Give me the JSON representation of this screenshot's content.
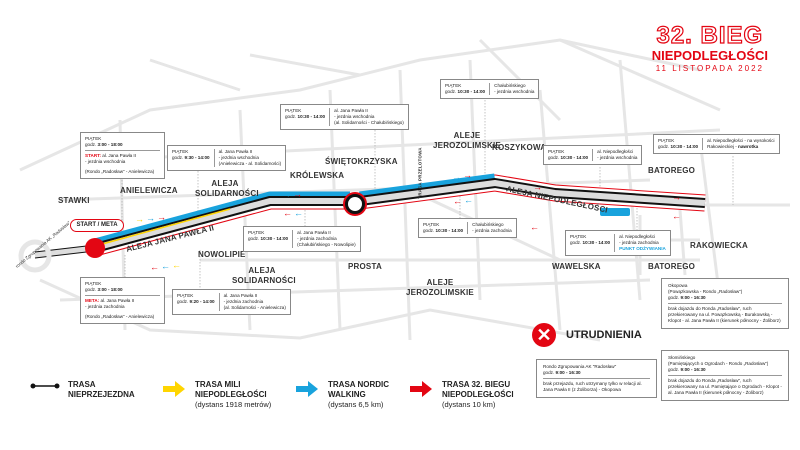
{
  "header": {
    "title_line1": "32. BIEG",
    "title_line2": "NIEPODLEGŁOŚCI",
    "date": "11 LISTOPADA 2022"
  },
  "colors": {
    "red": "#e30613",
    "yellow": "#ffd500",
    "blue": "#19a3dd",
    "black": "#111111"
  },
  "streets": {
    "stawki": "STAWKI",
    "anielewicza": "ANIELEWICZA",
    "solidarnosci_n": "ALEJA SOLIDARNOŚCI",
    "solidarnosci_s": "ALEJA SOLIDARNOŚCI",
    "krolewska": "KRÓLEWSKA",
    "swietokrzyska": "ŚWIĘTOKRZYSKA",
    "jerozolimskie_n": "ALEJE JEROZOLIMSKIE",
    "jerozolimskie_s": "ALEJE JEROZOLIMSKIE",
    "koszykowa": "KOSZYKOWA",
    "batorego_n": "BATOREGO",
    "batorego_s": "BATOREGO",
    "rakowiecka": "RAKOWIECKA",
    "wawelska": "WAWELSKA",
    "prosta": "PROSTA",
    "nowolipie": "NOWOLIPIE",
    "jana_pawla": "ALEJA JANA PAWŁA II",
    "niepodleglosci": "ALEJA NIEPODLEGŁOŚCI",
    "trasa_przelotowa": "TRASA PRZELOTOWA",
    "rondo": "rondo Zgrupowania AK „Radosław”"
  },
  "start_meta": "START / META",
  "boxes": {
    "start": {
      "day": "PIĄTEK",
      "hours_prefix": "godz.",
      "hours": "3:00 - 18:00",
      "tag": "START:",
      "text1": "al. Jana Pawła II",
      "text2": "- jezdnia wschodnia",
      "text3": "(Rondo „Radosław” - Anielewicza)"
    },
    "meta": {
      "day": "PIĄTEK",
      "hours_prefix": "godz.",
      "hours": "3:00 - 18:00",
      "tag": "META:",
      "text1": "al. Jana Pawła II",
      "text2": "- jezdnia zachodnia",
      "text3": "(Rondo „Radosław” - Anielewicza)"
    },
    "jp_east": {
      "day": "PIĄTEK",
      "hours_prefix": "godz.",
      "hours": "9:30 - 14:00",
      "text1": "al. Jana Pawła II",
      "text2": "- jezdnia wschodnia",
      "text3": "(Anielewicza - al. Solidarności)"
    },
    "jp_west": {
      "day": "PIĄTEK",
      "hours_prefix": "godz.",
      "hours": "9:20 - 14:00",
      "text1": "al. Jana Pawła II",
      "text2": "- jezdnia zachodnia",
      "text3": "(al. Solidarności - Anielewicza)"
    },
    "jp2_east": {
      "day": "PIĄTEK",
      "hours_prefix": "godz.",
      "hours": "10:30 - 14:00",
      "text1": "al. Jana Pawła II",
      "text2": "- jezdnia wschodnia",
      "text3": "(al. Solidarności - Chałubińskiego)"
    },
    "jp2_west": {
      "day": "PIĄTEK",
      "hours_prefix": "godz.",
      "hours": "10:30 - 14:00",
      "text1": "al. Jana Pawła II",
      "text2": "- jezdnia zachodnia",
      "text3": "(Chałubińskiego - Nowolipie)"
    },
    "ch_east": {
      "day": "PIĄTEK",
      "hours_prefix": "godz.",
      "hours": "10:30 - 14:00",
      "text1": "Chałubińskiego",
      "text2": "- jezdnia wschodnia"
    },
    "ch_west": {
      "day": "PIĄTEK",
      "hours_prefix": "godz.",
      "hours": "10:30 - 14:00",
      "text1": "Chałubińskiego",
      "text2": "- jezdnia zachodnia"
    },
    "ni_east": {
      "day": "PIĄTEK",
      "hours_prefix": "godz.",
      "hours": "10:30 - 14:00",
      "text1": "al. Niepodległości",
      "text2": "- jezdnia wschodnia"
    },
    "ni_turn": {
      "day": "PIĄTEK",
      "hours_prefix": "godz.",
      "hours": "10:30 - 14:00",
      "text1": "al. Niepodległości - na wysokości",
      "text2": "Rakowieckiej -",
      "text2b": "nawrotka"
    },
    "ni_west": {
      "day": "PIĄTEK",
      "hours_prefix": "godz.",
      "hours": "10:30 - 14:00",
      "text1": "al. Niepodległości",
      "text2": "- jezdnia zachodnia",
      "text3": "PUNKT ODŻYWIANIA"
    }
  },
  "difficulties": {
    "title": "UTRUDNIENIA",
    "items": [
      {
        "place": "Rondo Zgrupowania AK \"Radosław\"",
        "hours_prefix": "godz.",
        "hours": "9:00 - 16:30",
        "text": "brak przejazdu, ruch utrzymany tylko w relacji al. Jana Pawła II (z Żoliborza) - Okopowa"
      },
      {
        "place": "Okopowa",
        "range": "(Powązkowska - Rondo „Radosław”)",
        "hours_prefix": "godz.",
        "hours": "9:00 - 16:30",
        "text": "brak dojazdu do Ronda „Radosław”, ruch przekierowany na ul. Powązkowską - Burakowską - Klopot - al. Jana Pawła II (kierunek północny - Żoliborz)"
      },
      {
        "place": "Słomińskiego",
        "range": "(Pamiętających o Ogrodach - Rondo „Radosław”)",
        "hours_prefix": "godz.",
        "hours": "9:00 - 16:30",
        "text": "brak dojazdu do Ronda „Radosław”, ruch przekierowany na ul. Pamiętające o Ogrodach - Klopot - al. Jana Pawła II (kierunek północny - Żoliborz)"
      }
    ]
  },
  "legend": [
    {
      "title1": "TRASA",
      "title2": "NIEPRZEJEZDNA",
      "icon": "closed-route-icon"
    },
    {
      "title1": "TRASA MILI",
      "title2": "NIEPODLEGŁOŚCI",
      "sub": "(dystans 1918 metrów)",
      "icon": "yellow-arrow-icon"
    },
    {
      "title1": "TRASA NORDIC",
      "title2": "WALKING",
      "sub": "(dystans 6,5 km)",
      "icon": "blue-arrow-icon"
    },
    {
      "title1": "TRASA 32. BIEGU",
      "title2": "NIEPODLEGŁOŚCI",
      "sub": "(dystans 10 km)",
      "icon": "red-arrow-icon"
    }
  ]
}
